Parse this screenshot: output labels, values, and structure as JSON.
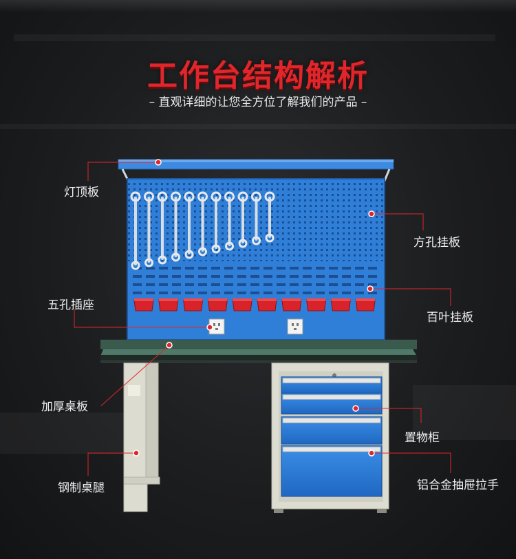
{
  "header": {
    "title": "工作台结构解析",
    "subtitle": "– 直观详细的让您全方位了解我们的产品 –"
  },
  "callouts": {
    "light_top": "灯顶板",
    "square_hole_board": "方孔挂板",
    "five_hole_socket": "五孔插座",
    "louver_board": "百叶挂板",
    "thick_tabletop": "加厚桌板",
    "storage_cabinet": "置物柜",
    "steel_leg": "钢制桌腿",
    "aluminum_handle": "铝合金抽屉拉手"
  },
  "colors": {
    "title_red": "#e0262b",
    "panel_blue": "#2f7fd8",
    "bin_red": "#d9232a",
    "callout_red": "#e0262b",
    "tabletop_green": "#3a5a4e",
    "frame_grey": "#dcdcd0"
  },
  "counts": {
    "wrenches": 11,
    "bins": 10,
    "drawers": 4
  }
}
